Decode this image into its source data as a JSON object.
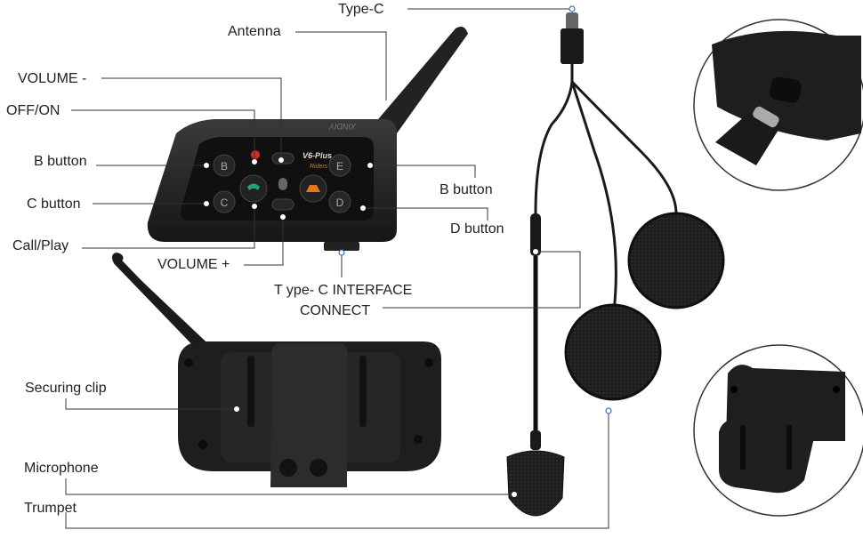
{
  "labels": {
    "type_c": "Type-C",
    "antenna": "Antenna",
    "volume_minus": "VOLUME -",
    "off_on": "OFF/ON",
    "b_button_left": "B button",
    "c_button": "C button",
    "call_play": "Call/Play",
    "volume_plus": "VOLUME +",
    "b_button_right": "B button",
    "d_button": "D button",
    "type_c_interface_line1": "T ype- C INTERFACE",
    "type_c_interface_line2": "CONNECT",
    "securing_clip": "Securing clip",
    "microphone": "Microphone",
    "trumpet": "Trumpet"
  },
  "device": {
    "brand": "XINDIY",
    "model": "V6-Plus",
    "subtitle": "Riders",
    "keys": [
      "B",
      "C",
      "E",
      "D"
    ]
  },
  "colors": {
    "body": "#1c1c1e",
    "leader": "#333333",
    "dot": "#ffffff",
    "power_led": "#d42b1e",
    "call_icon": "#1fa37a",
    "logo_badge": "#e07a1b"
  }
}
